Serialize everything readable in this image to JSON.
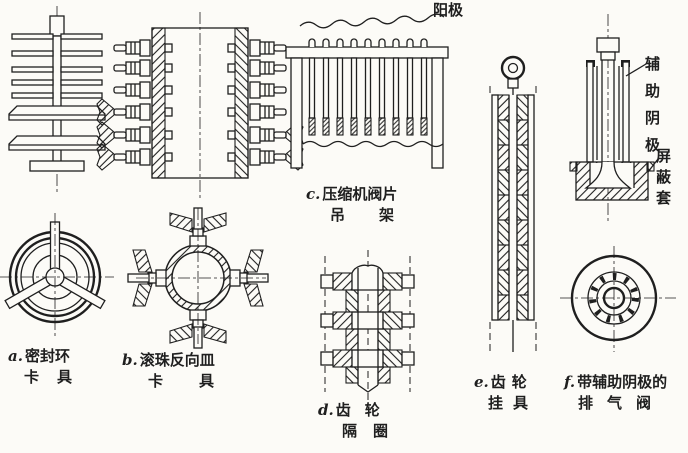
{
  "palette": {
    "paper": "#fcfbf7",
    "ink": "#1f1f1f"
  },
  "captions": {
    "a": {
      "letter": "a.",
      "name": "密封环",
      "name2": "卡具"
    },
    "b": {
      "letter": "b.",
      "name": "滚珠反向皿",
      "name2": "卡具"
    },
    "c": {
      "letter": "c.",
      "name": "压缩机阀片",
      "name2": "吊架"
    },
    "d": {
      "letter": "d.",
      "name": "齿轮",
      "name2": "隔圈"
    },
    "e": {
      "letter": "e.",
      "name": "齿轮",
      "name2": "挂具"
    },
    "f": {
      "letter": "f.",
      "name": "带辅助阴极的",
      "name2": "排气阀"
    }
  },
  "annotations": {
    "anode": "阳极",
    "auxiliary_cathode": "辅助阴极",
    "shield_sleeve": "屏蔽套"
  }
}
